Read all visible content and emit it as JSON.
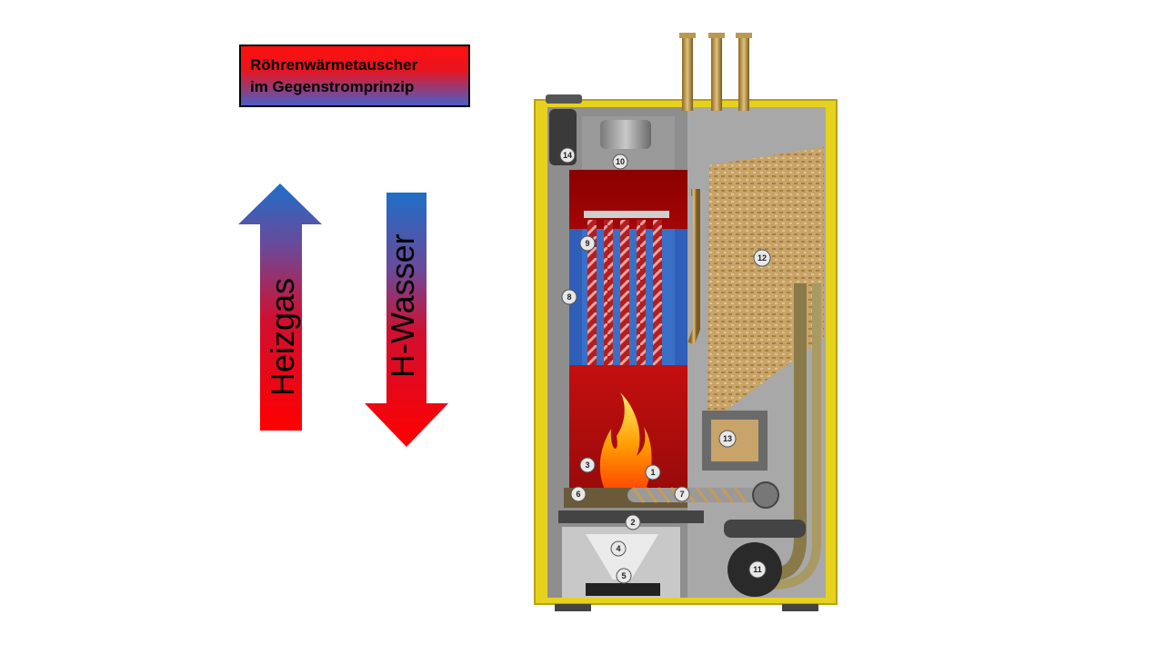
{
  "title": {
    "line1": "Röhrenwärmetauscher",
    "line2": "im Gegenstromprinzip"
  },
  "arrows": {
    "up_label": "Heizgas",
    "down_label": "H-Wasser"
  },
  "components": [
    "1",
    "2",
    "3",
    "4",
    "5",
    "6",
    "7",
    "8",
    "9",
    "10",
    "11",
    "12",
    "13",
    "14"
  ],
  "colors": {
    "hot": "#ff0000",
    "cold": "#1e6ec8",
    "casing": "#e6d21e"
  }
}
